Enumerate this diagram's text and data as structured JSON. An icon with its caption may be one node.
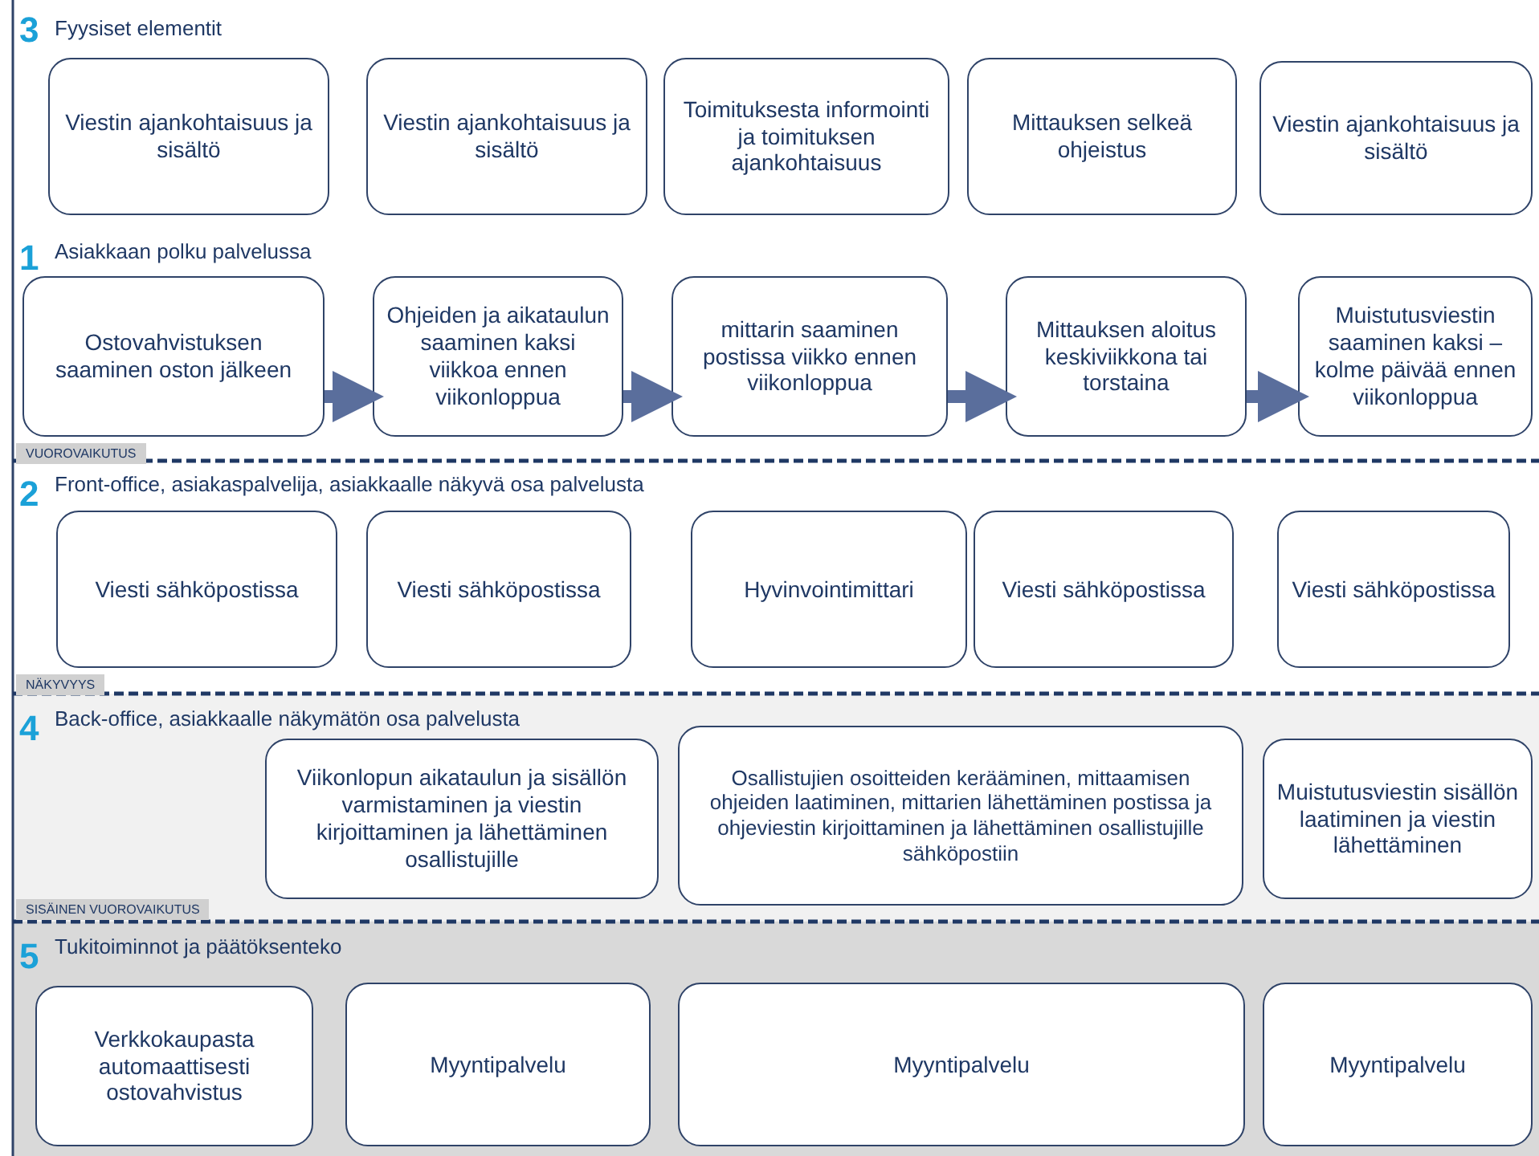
{
  "diagram": {
    "nodes": [
      {
        "text": [
          "Viestin ajankohtaisuus ja sisältö"
        ]
      },
      {
        "text": [
          "Viestin ajankohtaisuus ja sisältö"
        ]
      },
      {
        "text": [
          "Toimituksesta informointi ja toimituksen ajankohtaisuus"
        ]
      },
      {
        "text": [
          "Mittauksen selkeä ohjeistus"
        ]
      },
      {
        "text": [
          "Viestin ajankohtaisuus ja sisältö"
        ]
      },
      {
        "text": [
          "Ostovahvistuksen saaminen oston jälkeen"
        ]
      },
      {
        "text": [
          "Ohjeiden ja aikataulun saaminen kaksi viikkoa ennen viikonloppua"
        ]
      },
      {
        "text": [
          "mittarin saaminen postissa viikko ennen viikonloppua"
        ]
      },
      {
        "text": [
          "Mittauksen aloitus keskiviikkona tai torstaina"
        ]
      },
      {
        "text": [
          "Muistutusviestin saaminen kaksi – kolme päivää ennen viikonloppua"
        ]
      },
      {
        "text": [
          "Viesti sähköpostissa"
        ]
      },
      {
        "text": [
          "Viesti sähköpostissa"
        ]
      },
      {
        "text": [
          "Hyvinvointimittari"
        ]
      },
      {
        "text": [
          "Viesti sähköpostissa"
        ]
      },
      {
        "text": [
          "Viesti sähköpostissa"
        ]
      },
      {
        "text": [
          "Viikonlopun aikataulun ja sisällön varmistaminen ja viestin kirjoittaminen ja lähettäminen osallistujille"
        ]
      },
      {
        "text": [
          "Osallistujien osoitteiden kerääminen, mittaamisen ohjeiden laatiminen, mittarien lähettäminen postissa ja ohjeviestin kirjoittaminen ja lähettäminen osallistujille sähköpostiin"
        ]
      },
      {
        "text": [
          "Muistutusviestin sisällön laatiminen ja viestin lähettäminen"
        ]
      },
      {
        "text": [
          "Verkkokaupasta automaattisesti ostovahvistus"
        ]
      },
      {
        "text": [
          "Myyntipalvelu"
        ]
      },
      {
        "text": [
          "Myyntipalvelu"
        ]
      },
      {
        "text": [
          "Myyntipalvelu"
        ]
      }
    ],
    "edges": [
      {
        "from": 5,
        "to": 6,
        "arrow": "to"
      },
      {
        "from": 6,
        "to": 7,
        "arrow": "to"
      },
      {
        "from": 7,
        "to": 8,
        "arrow": "to"
      },
      {
        "from": 8,
        "to": 9,
        "arrow": "to"
      }
    ],
    "labels": [
      "3",
      "Fyysiset elementit",
      "1",
      "Asiakkaan polku palvelussa",
      "VUOROVAIKUTUS",
      "2",
      "Front-office, asiakaspalvelija, asiakkaalle näkyvä osa palvelusta",
      "NÄKYVYYS",
      "4",
      "Back-office, asiakkaalle näkymätön osa palvelusta",
      "SISÄINEN VUOROVAIKUTUS",
      "5",
      "Tukitoiminnot ja päätöksenteko"
    ]
  }
}
